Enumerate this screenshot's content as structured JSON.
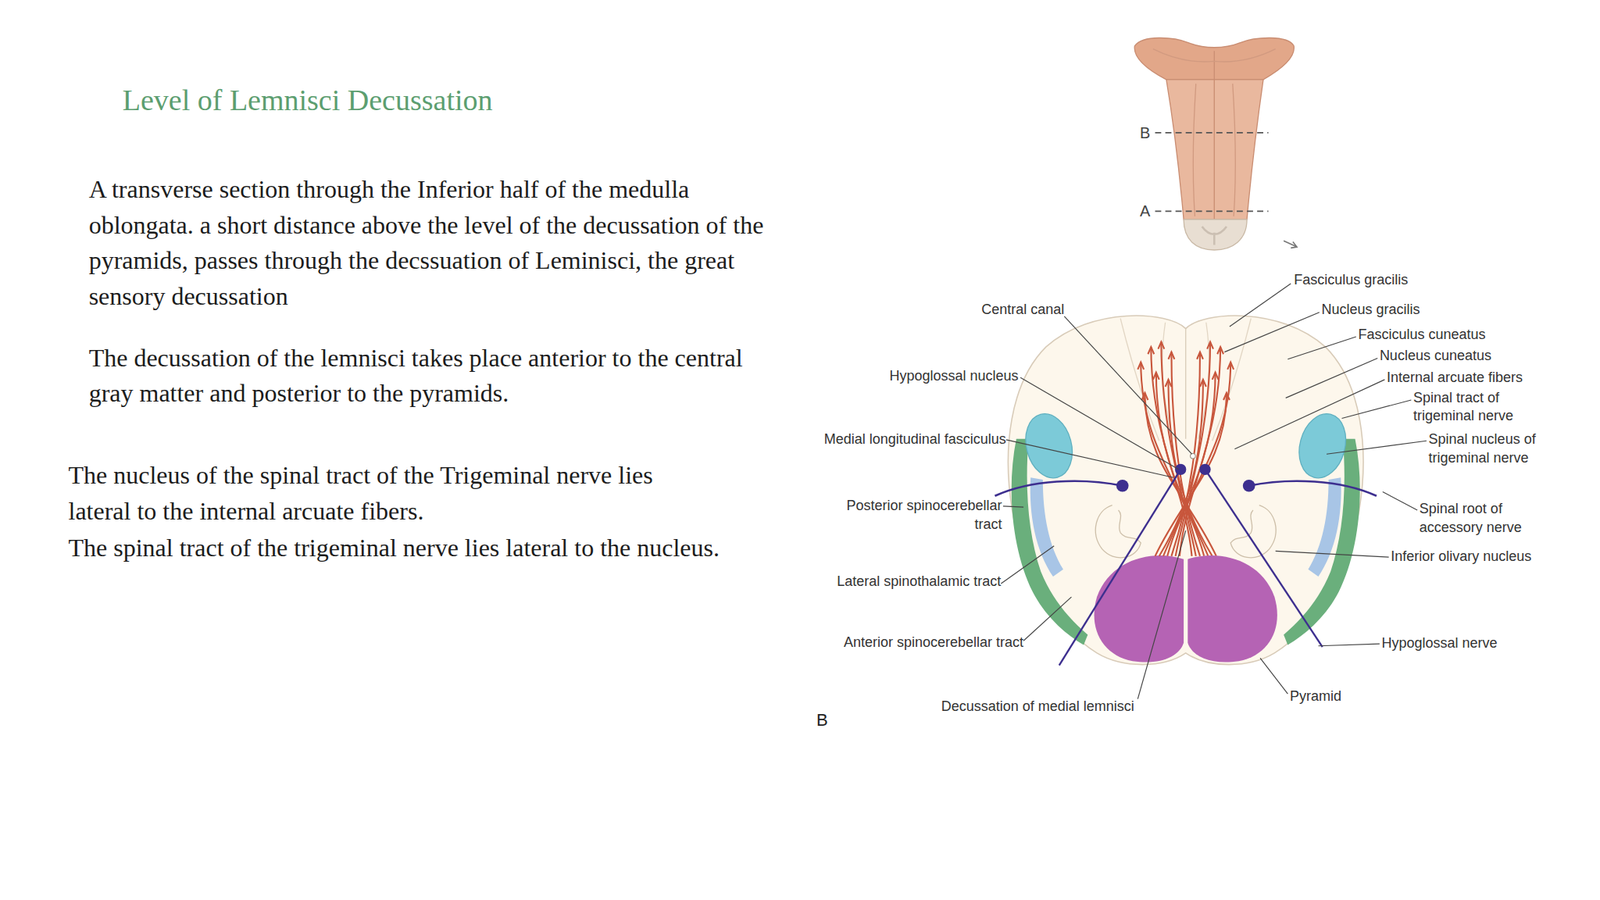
{
  "diagram": {
    "title": "Level of Lemnisci Decussation",
    "labels": [
      "A transverse section through the Inferior half of the medulla oblongata. a short distance above the level of the decussation of the pyramids, passes through the decssuation of Leminisci, the great sensory decussation",
      "The decussation of the lemnisci takes place anterior to the central gray matter and posterior to the pyramids.",
      "The nucleus of the spinal tract of the Trigeminal nerve lies lateral to the internal arcuate fibers.",
      "The spinal tract of the trigeminal nerve lies lateral to the nucleus.",
      "B",
      "A",
      "Fasciculus gracilis",
      "Central canal",
      "Nucleus gracilis",
      "Fasciculus cuneatus",
      "Nucleus cuneatus",
      "Hypoglossal nucleus",
      "Internal arcuate fibers",
      "Spinal tract of trigeminal nerve",
      "Medial longitudinal fasciculus",
      "Spinal nucleus of trigeminal nerve",
      "Posterior spinocerebellar tract",
      "Spinal root of accessory nerve",
      "Inferior olivary nucleus",
      "Lateral spinothalamic tract",
      "Anterior spinocerebellar tract",
      "Hypoglossal nerve",
      "Pyramid",
      "Decussation of medial lemnisci",
      "B"
    ]
  }
}
